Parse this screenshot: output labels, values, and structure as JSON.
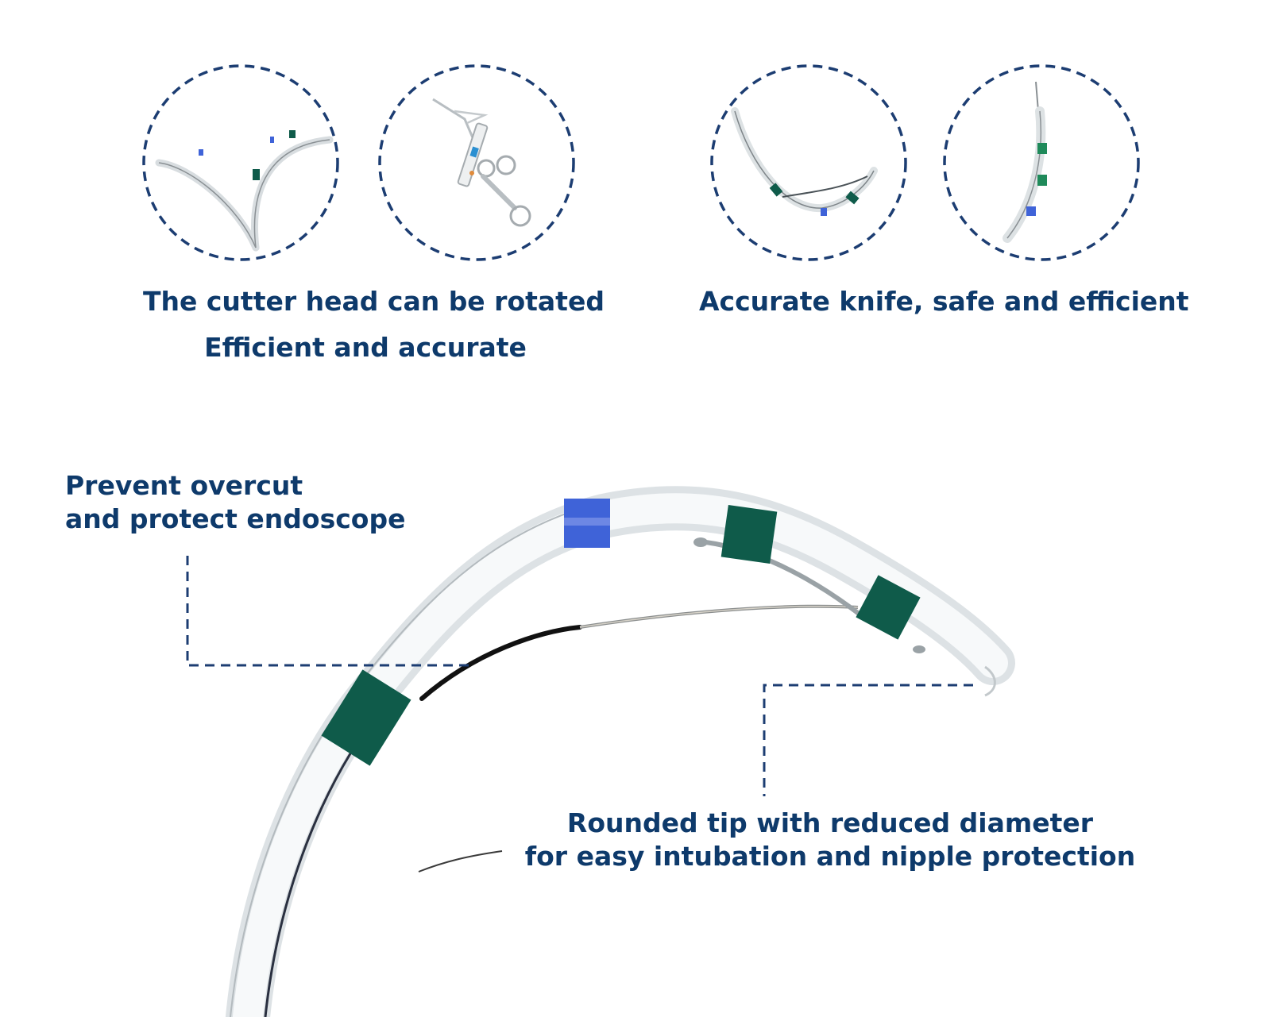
{
  "features": {
    "rotate": {
      "line1": "The cutter head can be rotated",
      "line2": "Efficient and accurate"
    },
    "knife": {
      "line1": "Accurate knife, safe and efficient"
    }
  },
  "callouts": {
    "overcut": {
      "line1": "Prevent overcut",
      "line2": "and protect endoscope"
    },
    "tip": {
      "line1": "Rounded tip with reduced diameter",
      "line2": "for easy intubation and nipple protection"
    }
  },
  "colors": {
    "text": "#0e3a6b",
    "dashed_circle": "#1c3d72",
    "marker_green": "#0f5b4a",
    "marker_blue": "#3f63d8"
  }
}
